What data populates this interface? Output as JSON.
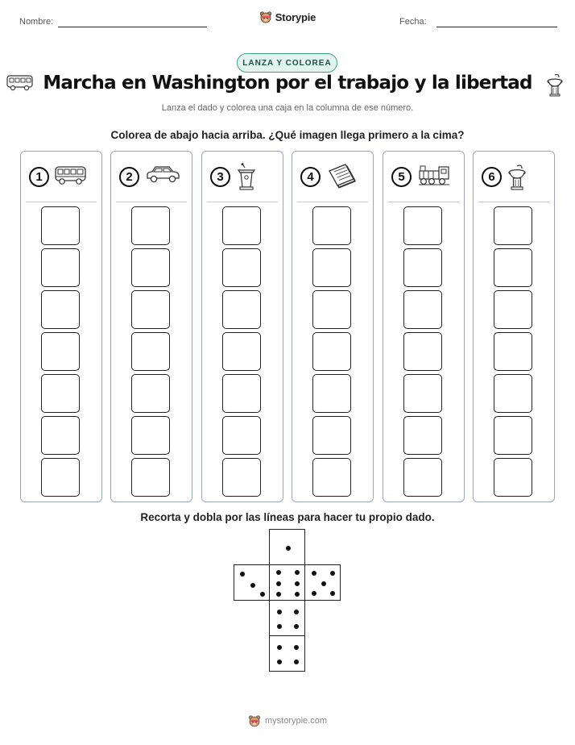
{
  "header": {
    "name_label": "Nombre:",
    "date_label": "Fecha:",
    "logo_text": "Storypie"
  },
  "badge": "LANZA Y COLOREA",
  "title": "Marcha en Washington por el trabajo y la libertad",
  "subtitle": "Lanza el dado y colorea una caja en la columna de ese número.",
  "instruction_top": "Colorea de abajo hacia arriba. ¿Qué imagen llega primero a la cima?",
  "instruction_bottom": "Recorta y dobla por las líneas para hacer tu propio dado.",
  "columns": [
    {
      "number": "1",
      "icon": "bus-icon"
    },
    {
      "number": "2",
      "icon": "car-icon"
    },
    {
      "number": "3",
      "icon": "podium-icon"
    },
    {
      "number": "4",
      "icon": "document-stack-icon"
    },
    {
      "number": "5",
      "icon": "train-icon"
    },
    {
      "number": "6",
      "icon": "water-fountain-icon"
    }
  ],
  "boxes_per_column": 7,
  "dice_faces": [
    1,
    3,
    6,
    5,
    4,
    4
  ],
  "footer": "mystorypie.com",
  "colors": {
    "accent": "#3aa38a",
    "badge_bg": "#e3f4ef",
    "column_border": "#9aa4bd"
  }
}
